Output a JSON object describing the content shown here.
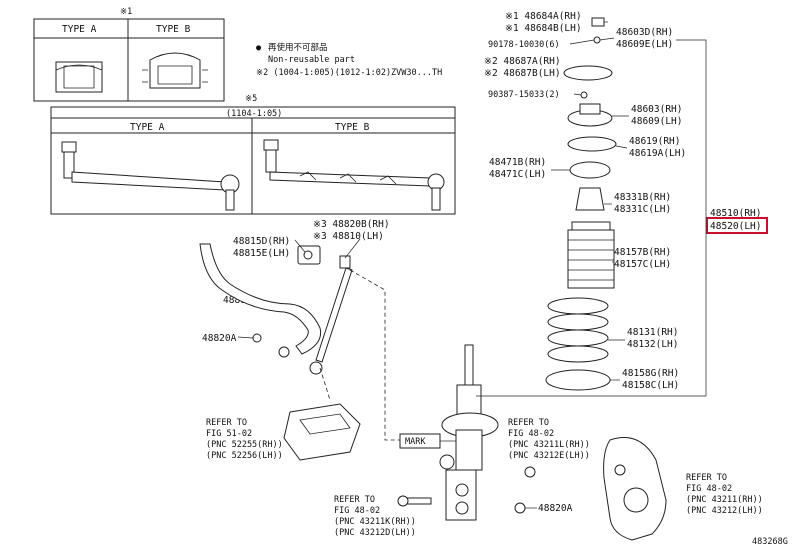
{
  "callouts": {
    "note1": "※1",
    "type_a": "TYPE A",
    "type_b": "TYPE B",
    "note5": "※5",
    "note5_range": "(1104-1:05)",
    "type_a2": "TYPE A",
    "type_b2": "TYPE B"
  },
  "legend": {
    "bullet": "●",
    "line1": "再使用不可部品",
    "line2": "Non-reusable part",
    "line3": "※2 (1004-1:005)(1012-1:02)ZVW30...TH"
  },
  "parts_right": [
    {
      "label": "※1 48684A(RH)"
    },
    {
      "label": "※1 48684B(LH)"
    },
    {
      "label": "48603D(RH)"
    },
    {
      "label": "48609E(LH)"
    },
    {
      "label": "90178-10030(6)"
    },
    {
      "label": "※2 48687A(RH)"
    },
    {
      "label": "※2 48687B(LH)"
    },
    {
      "label": "90387-15033(2)"
    },
    {
      "label": "48603(RH)"
    },
    {
      "label": "48609(LH)"
    },
    {
      "label": "48619(RH)"
    },
    {
      "label": "48619A(LH)"
    },
    {
      "label": "48471B(RH)"
    },
    {
      "label": "48471C(LH)"
    },
    {
      "label": "48331B(RH)"
    },
    {
      "label": "48331C(LH)"
    },
    {
      "label": "48510(RH)"
    },
    {
      "label": "48520(LH)"
    },
    {
      "label": "48157B(RH)"
    },
    {
      "label": "48157C(LH)"
    },
    {
      "label": "48131(RH)"
    },
    {
      "label": "48132(LH)"
    },
    {
      "label": "48158G(RH)"
    },
    {
      "label": "48158C(LH)"
    }
  ],
  "parts_left": [
    {
      "label": "※3 48820B(RH)"
    },
    {
      "label": "※3 48810(LH)"
    },
    {
      "label": "48815D(RH)"
    },
    {
      "label": "48815E(LH)"
    },
    {
      "label": "48811"
    },
    {
      "label": "48820A"
    },
    {
      "label": "48820A"
    }
  ],
  "refer_blocks": [
    {
      "l1": "REFER TO",
      "l2": "FIG 51-02",
      "l3": "(PNC 52255(RH))",
      "l4": "(PNC 52256(LH))"
    },
    {
      "l1": "REFER TO",
      "l2": "FIG 48-02",
      "l3": "(PNC 43211L(RH))",
      "l4": "(PNC 43212E(LH))"
    },
    {
      "l1": "REFER TO",
      "l2": "FIG 48-02",
      "l3": "(PNC 43211K(RH))",
      "l4": "(PNC 43212D(LH))"
    },
    {
      "l1": "REFER TO",
      "l2": "FIG 48-02",
      "l3": "(PNC 43211(RH))",
      "l4": "(PNC 43212(LH))"
    }
  ],
  "mark": "MARK",
  "figure_code": "483268G",
  "highlight_color": "#c8102e"
}
